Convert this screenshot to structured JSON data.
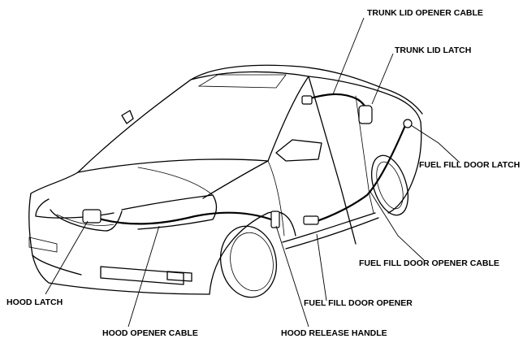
{
  "labels": {
    "trunk_lid_opener_cable": "TRUNK LID OPENER CABLE",
    "trunk_lid_latch": "TRUNK LID LATCH",
    "fuel_fill_door_latch": "FUEL FILL DOOR LATCH",
    "fuel_fill_door_opener_cable": "FUEL FILL DOOR OPENER CABLE",
    "fuel_fill_door_opener": "FUEL FILL DOOR OPENER",
    "hood_release_handle": "HOOD RELEASE HANDLE",
    "hood_opener_cable": "HOOD OPENER CABLE",
    "hood_latch": "HOOD LATCH"
  }
}
